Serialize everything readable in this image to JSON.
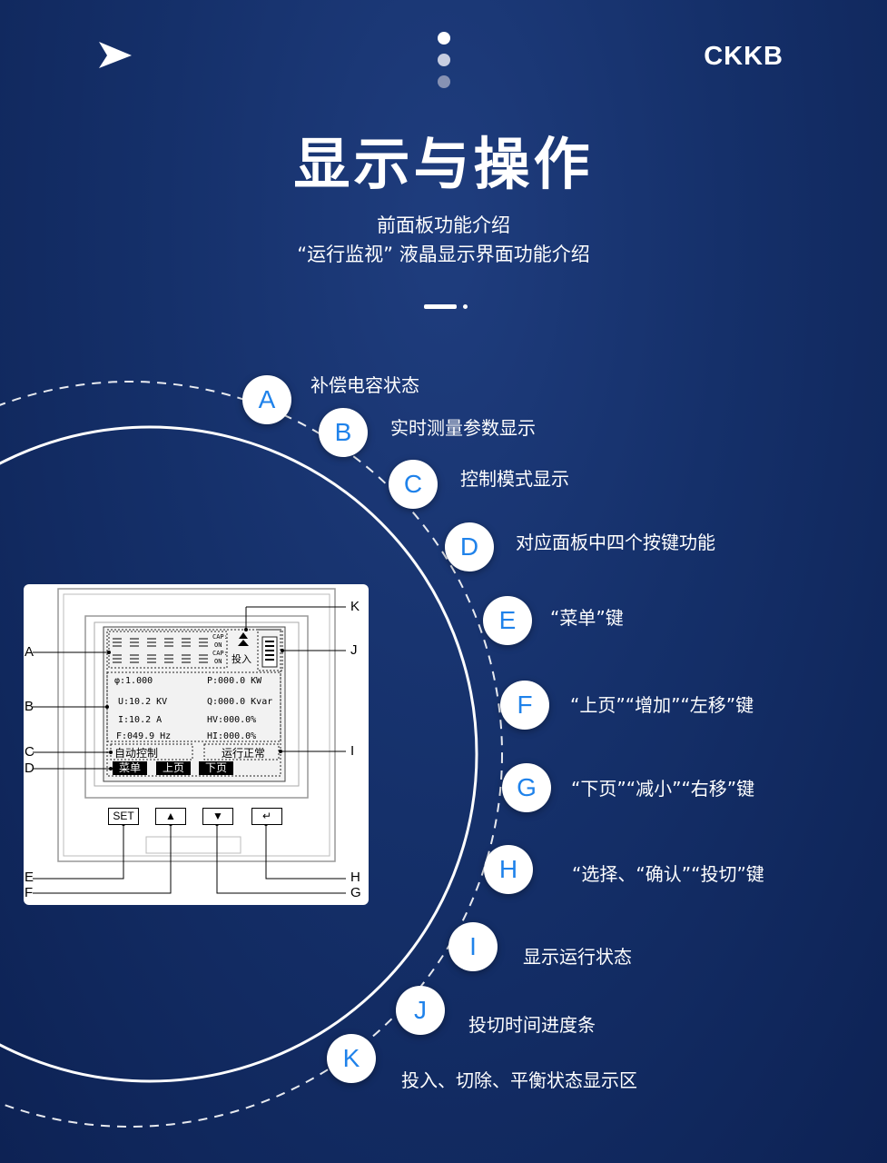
{
  "header": {
    "brand": "CKKB",
    "title": "显示与操作",
    "subtitle_lines": [
      "前面板功能介绍",
      "“运行监视” 液晶显示界面功能介绍"
    ]
  },
  "features": [
    {
      "letter": "A",
      "label": "补偿电容状态"
    },
    {
      "letter": "B",
      "label": "实时测量参数显示"
    },
    {
      "letter": "C",
      "label": "控制模式显示"
    },
    {
      "letter": "D",
      "label": "对应面板中四个按键功能"
    },
    {
      "letter": "E",
      "label": "“菜单”键"
    },
    {
      "letter": "F",
      "label": "“上页”“增加”“左移”键"
    },
    {
      "letter": "G",
      "label": "“下页”“减小”“右移”键"
    },
    {
      "letter": "H",
      "label": "“选择、“确认”“投切”键"
    },
    {
      "letter": "I",
      "label": "显示运行状态"
    },
    {
      "letter": "J",
      "label": "投切时间进度条"
    },
    {
      "letter": "K",
      "label": "投入、切除、平衡状态显示区"
    }
  ],
  "panel": {
    "lcd": {
      "cap_label": "CAP:",
      "on_label": "ON",
      "switch_label": "投入",
      "pf": "φ:1.000",
      "power": "P:000.0 KW",
      "voltage": "U:10.2 KV",
      "reactive": "Q:000.0 Kvar",
      "current": "I:10.2  A",
      "hv": "HV:000.0%",
      "freq": "F:049.9 Hz",
      "hi": "HI:000.0%",
      "mode": "自动控制",
      "status": "运行正常",
      "softkeys": [
        "菜单",
        "上页",
        "下页"
      ]
    },
    "set_key": "SET",
    "callouts": [
      "A",
      "B",
      "C",
      "D",
      "E",
      "F",
      "K",
      "J",
      "I",
      "H",
      "G"
    ]
  }
}
